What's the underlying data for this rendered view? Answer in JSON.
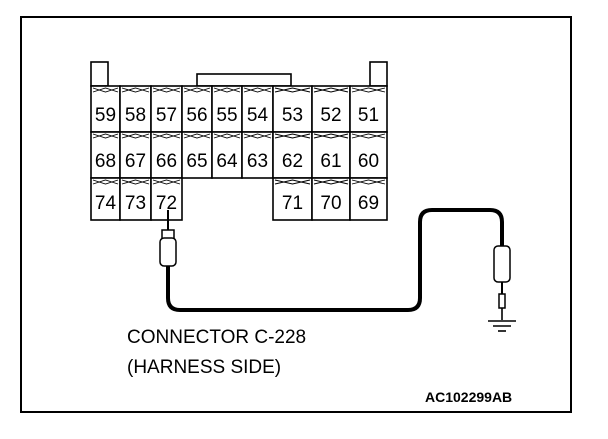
{
  "connector": {
    "rows": [
      [
        "59",
        "58",
        "57",
        "56",
        "55",
        "54",
        "53",
        "52",
        "51"
      ],
      [
        "68",
        "67",
        "66",
        "65",
        "64",
        "63",
        "62",
        "61",
        "60"
      ],
      [
        "74",
        "73",
        "72",
        "",
        "",
        "",
        "71",
        "70",
        "69"
      ]
    ]
  },
  "labels": {
    "line1": "CONNECTOR C-228",
    "line2": "(HARNESS SIDE)",
    "code": "AC102299AB"
  },
  "icons": {
    "probe_left": "probe-icon",
    "probe_right": "probe-icon",
    "ground": "ground-icon"
  }
}
